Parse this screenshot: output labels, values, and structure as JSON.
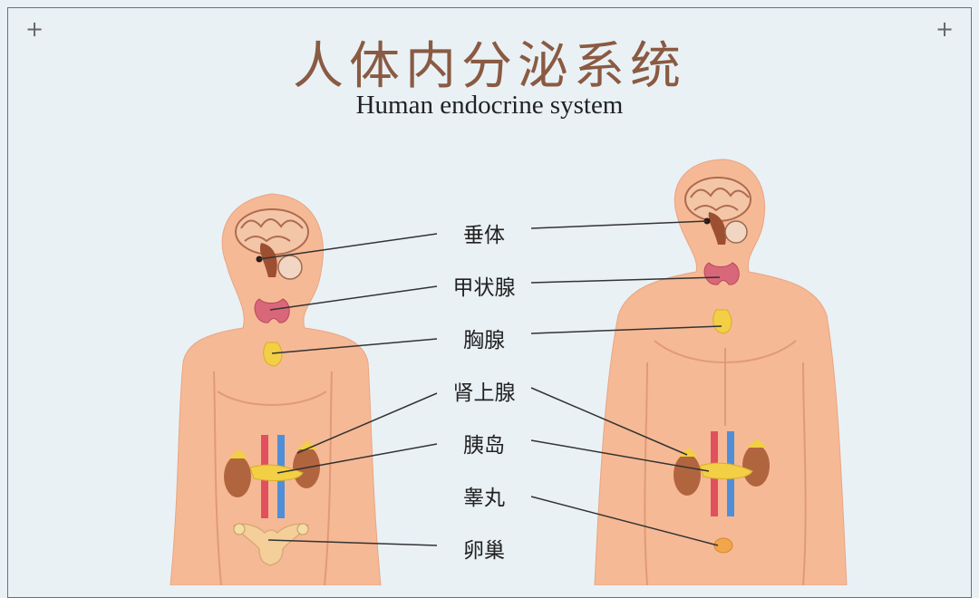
{
  "title": {
    "cn": "人体内分泌系统",
    "en": "Human endocrine system"
  },
  "corner_mark": "+",
  "organs": [
    {
      "id": "pituitary",
      "label": "垂体"
    },
    {
      "id": "thyroid",
      "label": "甲状腺"
    },
    {
      "id": "thymus",
      "label": "胸腺"
    },
    {
      "id": "adrenal",
      "label": "肾上腺"
    },
    {
      "id": "islets",
      "label": "胰岛"
    },
    {
      "id": "testis",
      "label": "睾丸"
    },
    {
      "id": "ovary",
      "label": "卵巢"
    }
  ],
  "colors": {
    "background": "#e9f1f5",
    "skin": "#f6b995",
    "skin_line": "#e19a78",
    "title": "#8a5a42",
    "gland_yellow": "#f2cf44",
    "thyroid_pink": "#d9677a",
    "kidney": "#b1653f",
    "artery": "#e0505e",
    "vein": "#4f8fd8"
  }
}
